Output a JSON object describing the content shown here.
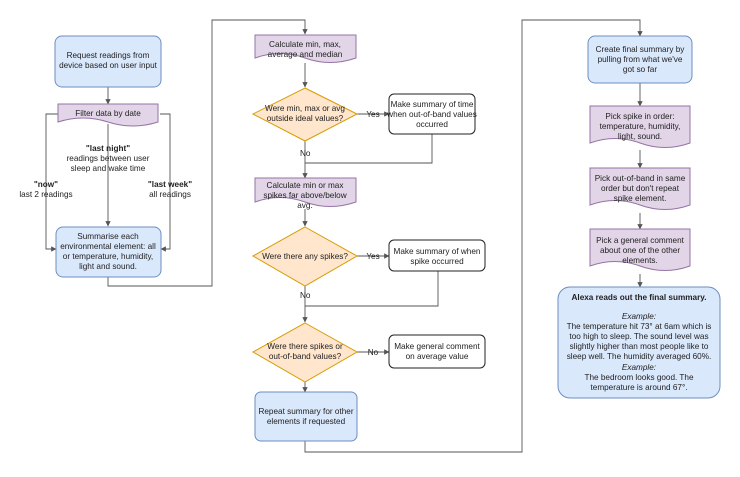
{
  "col1": {
    "request": [
      "Request readings from",
      "device based on user input"
    ],
    "filter": [
      "Filter data by date"
    ],
    "last_night": [
      "\"last night\"",
      "readings between user",
      "sleep and wake time"
    ],
    "now": [
      "\"now\"",
      "last 2 readings"
    ],
    "last_week": [
      "\"last week\"",
      "all readings"
    ],
    "summarise": [
      "Summarise each",
      "environmental element: all",
      "or temperature, humidity,",
      "light and sound."
    ]
  },
  "col2": {
    "calc": [
      "Calculate min, max,",
      "average and median"
    ],
    "q1": [
      "Were min, max or avg",
      "outside ideal values?"
    ],
    "yes1": "Yes",
    "no1": "No",
    "summary_time": [
      "Make summary of time",
      "when out-of-band values",
      "occurred"
    ],
    "calc_spikes": [
      "Calculate min or max",
      "spikes far above/below",
      "avg."
    ],
    "q2": [
      "Were there any spikes?"
    ],
    "yes2": "Yes",
    "no2": "No",
    "summary_spike": [
      "Make summary of when",
      "spike occurred"
    ],
    "q3": [
      "Were there spikes or",
      "out-of-band values?"
    ],
    "no3": "No",
    "general": [
      "Make general comment",
      "on average value"
    ],
    "repeat": [
      "Repeat summary for other",
      "elements if requested"
    ]
  },
  "col3": {
    "final": [
      "Create final summary by",
      "pulling from what we've",
      "got so far"
    ],
    "pick_spike": [
      "Pick spike in order:",
      "temperature, humidity,",
      "light, sound."
    ],
    "pick_oob": [
      "Pick out-of-band in same",
      "order but don't repeat",
      "spike element."
    ],
    "pick_general": [
      "Pick a general comment",
      "about one of the other",
      "elements."
    ],
    "alexa_title": "Alexa reads out the final summary.",
    "example1_label": "Example:",
    "example1": [
      "The temperature hit 73° at 6am which is",
      "too high to sleep. The sound level was",
      "slightly higher than most people like to",
      "sleep well. The humidity averaged 60%."
    ],
    "example2_label": "Example:",
    "example2": [
      "The bedroom looks good. The",
      "temperature is around 67°."
    ]
  }
}
